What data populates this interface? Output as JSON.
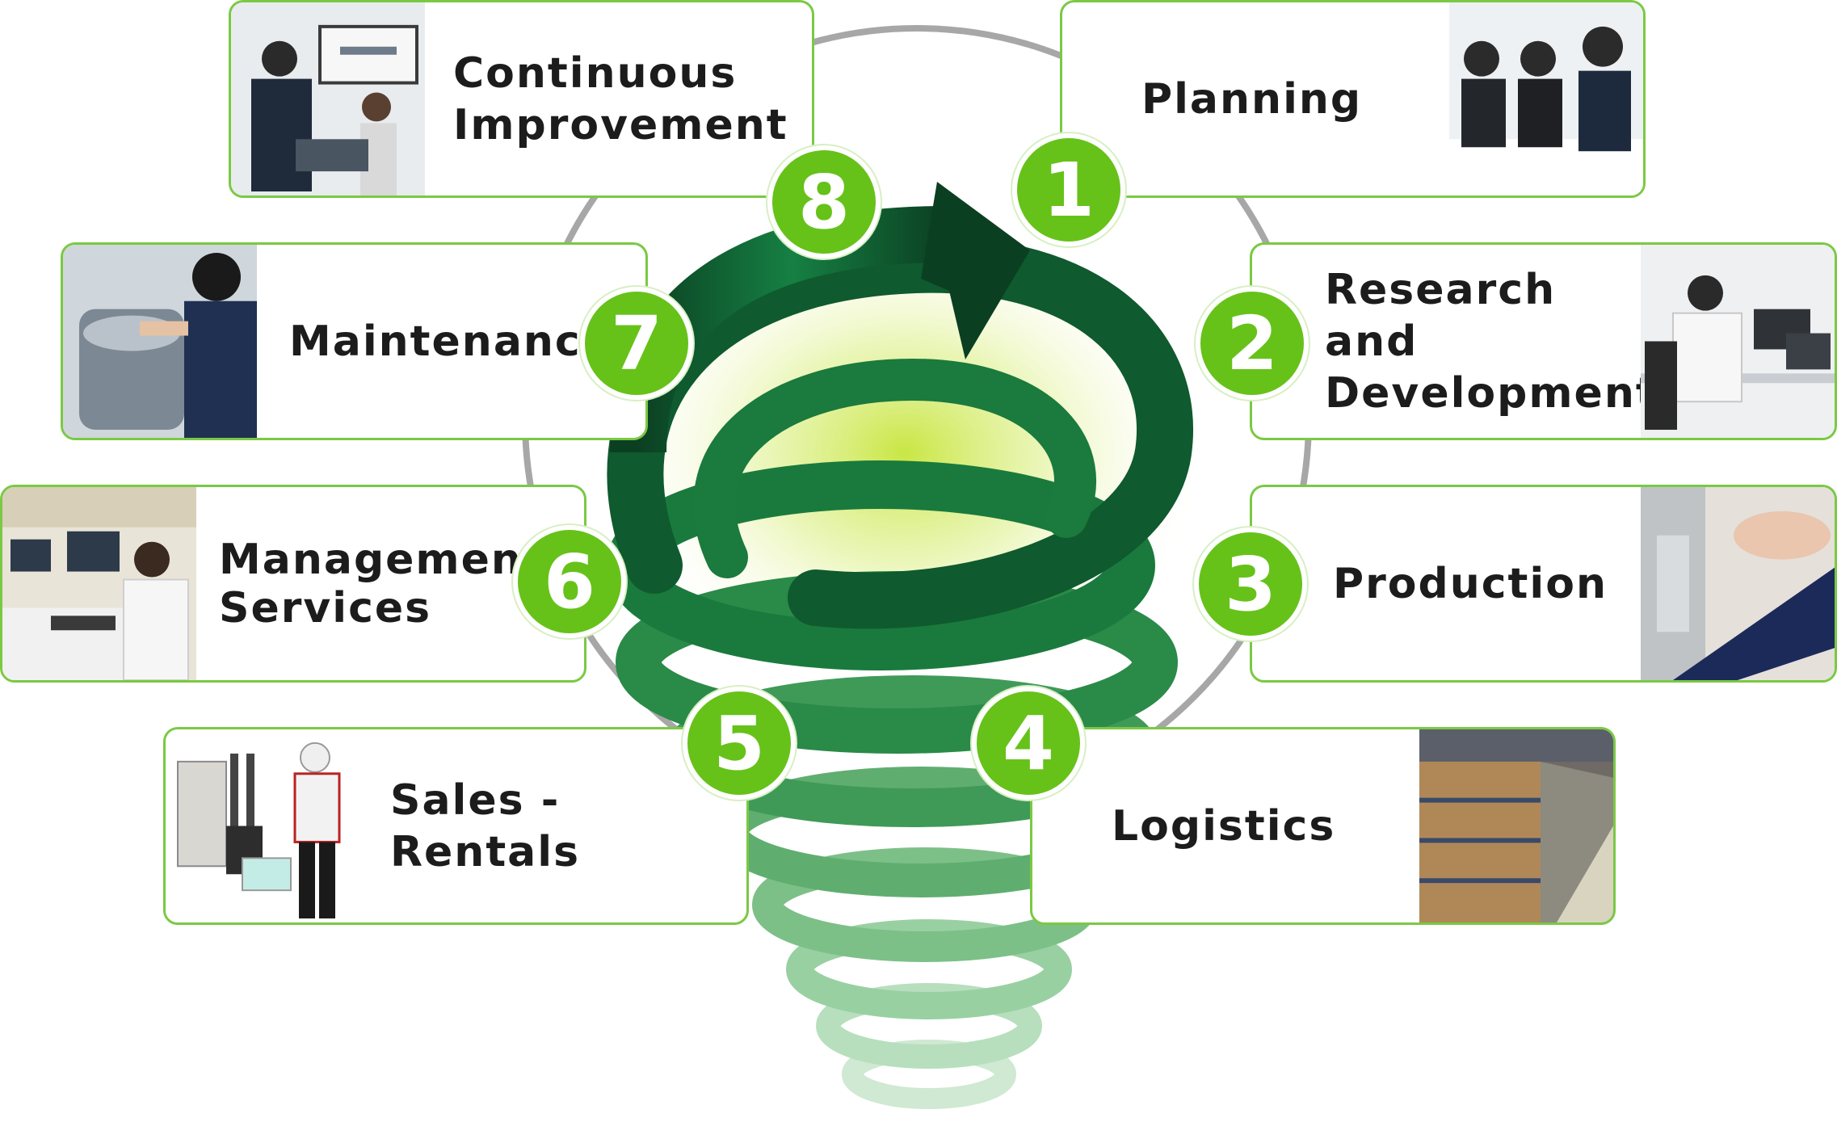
{
  "steps": [
    {
      "number": "1",
      "label_lines": [
        "Planning"
      ],
      "photo": "meeting-people-photo"
    },
    {
      "number": "2",
      "label_lines": [
        "Research and",
        "Development"
      ],
      "photo": "lab-researcher-photo"
    },
    {
      "number": "3",
      "label_lines": [
        "Production"
      ],
      "photo": "sewing-machine-photo"
    },
    {
      "number": "4",
      "label_lines": [
        "Logistics"
      ],
      "photo": "warehouse-shelves-photo"
    },
    {
      "number": "5",
      "label_lines": [
        "Sales - Rentals"
      ],
      "photo": "equipment-and-suit-photo"
    },
    {
      "number": "6",
      "label_lines": [
        "Management",
        "Services"
      ],
      "photo": "office-operator-photo"
    },
    {
      "number": "7",
      "label_lines": [
        "Maintenance"
      ],
      "photo": "machine-repair-photo"
    },
    {
      "number": "8",
      "label_lines": [
        "Continuous",
        "Improvement"
      ],
      "photo": "presentation-meeting-photo"
    }
  ],
  "colors": {
    "accent_green": "#66c219",
    "card_border": "#7ac943",
    "spiral_dark": "#0b3f22",
    "spiral_mid": "#1d8a45",
    "spiral_light": "#9fd3a7",
    "ring_gray": "#a7a7a7"
  }
}
